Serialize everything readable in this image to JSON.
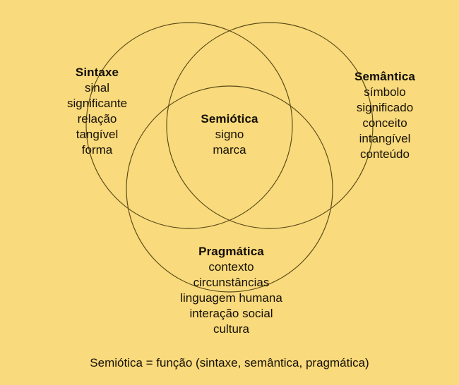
{
  "figure": {
    "type": "venn-diagram",
    "background_color": "#f9da7c",
    "stroke_color": "#5a4a18",
    "text_color": "#161006",
    "sets": 3
  },
  "sintaxe": {
    "title": "Sintaxe",
    "items": [
      "sinal",
      "significante",
      "relação",
      "tangível",
      "forma"
    ]
  },
  "semantica": {
    "title": "Semântica",
    "items": [
      "símbolo",
      "significado",
      "conceito",
      "intangível",
      "conteúdo"
    ]
  },
  "semiotica": {
    "title": "Semiótica",
    "items": [
      "signo",
      "marca"
    ]
  },
  "pragmatica": {
    "title": "Pragmática",
    "items": [
      "contexto",
      "circunstâncias",
      "linguagem humana",
      "interação social",
      "cultura"
    ]
  },
  "caption": {
    "text": "Semiótica = função (sintaxe, semântica, pragmática)"
  },
  "chart_data": {
    "type": "venn",
    "title": "",
    "sets": [
      {
        "name": "Sintaxe",
        "members": [
          "sinal",
          "significante",
          "relação",
          "tangível",
          "forma"
        ],
        "position": "left"
      },
      {
        "name": "Semântica",
        "members": [
          "símbolo",
          "significado",
          "conceito",
          "intangível",
          "conteúdo"
        ],
        "position": "right"
      },
      {
        "name": "Pragmática",
        "members": [
          "contexto",
          "circunstâncias",
          "linguagem humana",
          "interação social",
          "cultura"
        ],
        "position": "bottom"
      }
    ],
    "intersection": {
      "name": "Semiótica",
      "members": [
        "signo",
        "marca"
      ],
      "position": "center"
    },
    "annotation": "Semiótica = função (sintaxe, semântica, pragmática)"
  }
}
